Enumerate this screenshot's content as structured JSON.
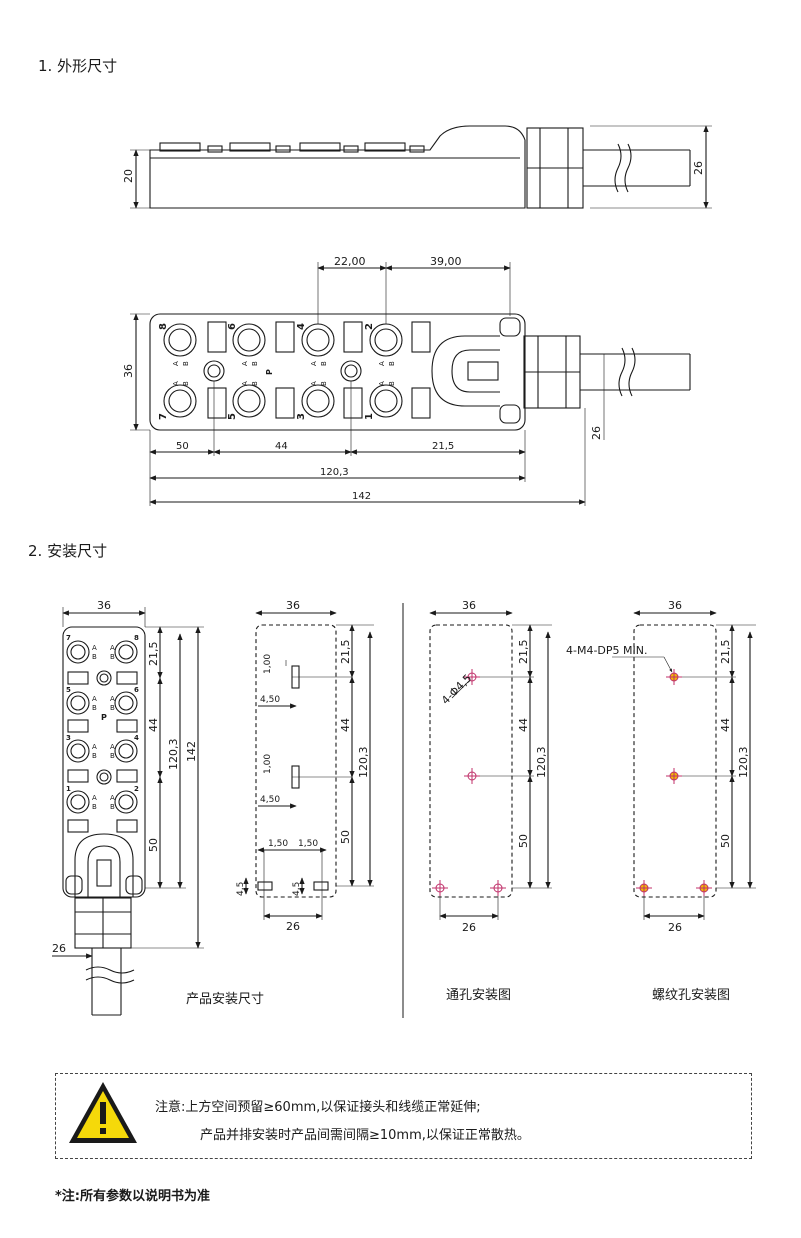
{
  "section1": {
    "title": "1. 外形尺寸"
  },
  "section2": {
    "title": "2. 安装尺寸"
  },
  "side_view": {
    "dim_height": "20",
    "dim_cable": "26"
  },
  "top_view": {
    "dim_pitch_top_left": "22,00",
    "dim_pitch_top_right": "39,00",
    "dim_height": "36",
    "dim_cable": "26",
    "dim_seg_a": "50",
    "dim_seg_b": "44",
    "dim_seg_c": "21,5",
    "dim_hole_span": "120,3",
    "dim_total": "142",
    "port_numbers": [
      "8",
      "6",
      "4",
      "2",
      "7",
      "5",
      "3",
      "1"
    ],
    "pin_a": "A",
    "pin_b": "B",
    "power_label": "P"
  },
  "install_product": {
    "dim_width": "36",
    "dim_a": "21,5",
    "dim_b": "44",
    "dim_c": "120,3",
    "dim_d": "142",
    "dim_e": "50",
    "dim_cable": "26",
    "port_numbers": [
      "7",
      "8",
      "5",
      "6",
      "3",
      "4",
      "1",
      "2"
    ],
    "caption": "产品安装尺寸"
  },
  "install_detail": {
    "dim_width": "36",
    "dim_a": "21,5",
    "dim_b": "44",
    "dim_c": "120,3",
    "dim_e": "50",
    "dim_slot_h": "1,00",
    "dim_slot_w": "4,50",
    "dim_foot_l": "1,50",
    "dim_foot_r": "1,50",
    "dim_foot_h_l": "4,5",
    "dim_foot_h_r": "4,5",
    "dim_base": "26"
  },
  "through_hole": {
    "dim_width": "36",
    "dim_a": "21,5",
    "dim_b": "44",
    "dim_c": "120,3",
    "dim_e": "50",
    "dim_base": "26",
    "hole_label": "4-Φ4,5",
    "caption": "通孔安装图"
  },
  "threaded_hole": {
    "dim_width": "36",
    "dim_a": "21,5",
    "dim_b": "44",
    "dim_c": "120,3",
    "dim_e": "50",
    "dim_base": "26",
    "hole_label": "4-M4-DP5 MIN.",
    "caption": "螺纹孔安装图"
  },
  "notice": {
    "line1": "注意:上方空间预留≥60mm,以保证接头和线缆正常延伸;",
    "line2": "产品并排安装时产品间需间隔≥10mm,以保证正常散热。",
    "warning_icon_color": "#f5d90a"
  },
  "footnote": "*注:所有参数以说明书为准",
  "colors": {
    "line": "#1a1a1a",
    "hole_mark": "#c0306a",
    "hole_fill": "#f2b705"
  }
}
